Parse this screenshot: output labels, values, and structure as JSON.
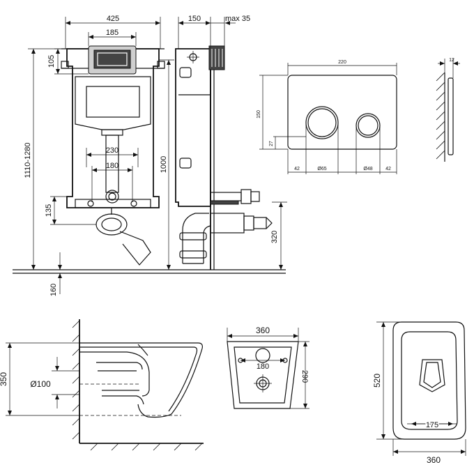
{
  "frame": {
    "width_425": "425",
    "width_185": "185",
    "height_105": "105",
    "height_1110_1280": "1110-1280",
    "spacing_230": "230",
    "spacing_180": "180",
    "height_1000": "1000",
    "height_135": "135",
    "height_160": "160"
  },
  "side": {
    "depth_150": "150",
    "max_35": "max 35",
    "height_320": "320"
  },
  "plate": {
    "width_220": "220",
    "height_150": "150",
    "offset_27": "27",
    "left_42": "42",
    "dia_65": "Ø65",
    "dia_48": "Ø48",
    "right_42": "42",
    "thickness_12": "12"
  },
  "bowl_side": {
    "height_350": "350",
    "dia_100": "Ø100"
  },
  "bowl_back": {
    "width_360": "360",
    "spacing_180": "180",
    "height_290": "290"
  },
  "bowl_top": {
    "length_520": "520",
    "spacing_175": "175",
    "width_360": "360"
  }
}
